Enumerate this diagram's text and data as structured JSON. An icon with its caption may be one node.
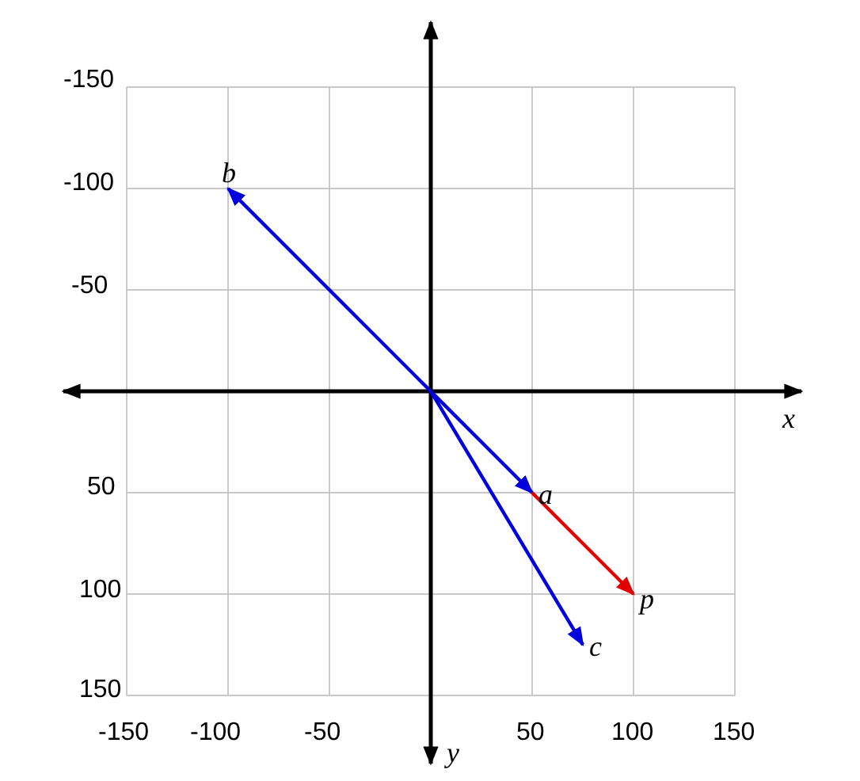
{
  "diagram": {
    "nodes": [
      {
        "text": [
          "b"
        ]
      },
      {
        "text": [
          "a"
        ]
      },
      {
        "text": [
          "p"
        ]
      },
      {
        "text": [
          "c"
        ]
      }
    ],
    "edges": [
      {
        "from": null,
        "to": 0,
        "arrow": "to"
      },
      {
        "from": null,
        "to": 1,
        "arrow": "to"
      },
      {
        "from": null,
        "to": 3,
        "arrow": "to"
      },
      {
        "from": 1,
        "to": 2,
        "arrow": "to",
        "color": "#e00000"
      }
    ],
    "labels": [
      "-150",
      "-100",
      "-50",
      "x",
      "50",
      "100",
      "150",
      "-150",
      "-100",
      "-50",
      "50",
      "100",
      "150",
      "y"
    ]
  }
}
